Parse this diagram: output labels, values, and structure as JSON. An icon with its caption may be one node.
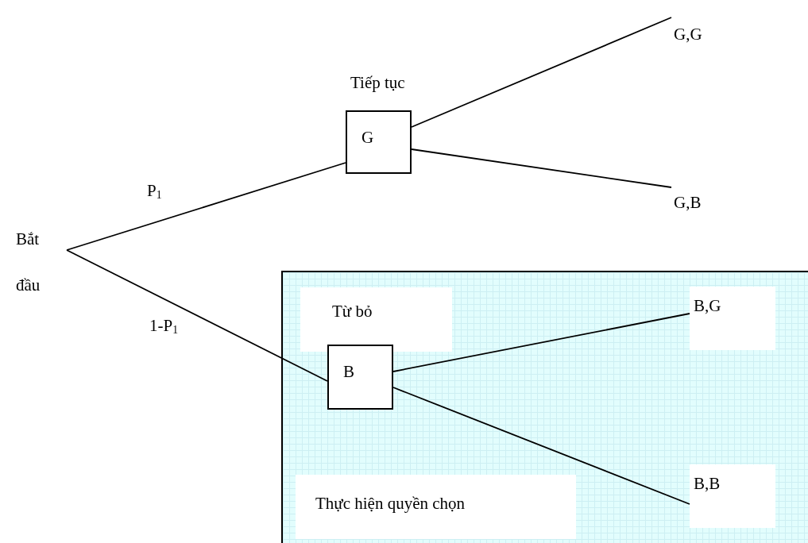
{
  "diagram": {
    "nodes": [
      {
        "text": [
          "Bắt đầu"
        ]
      },
      {
        "text": [
          "G"
        ],
        "beside": [
          "Tiếp tục"
        ]
      },
      {
        "text": [
          "G,G"
        ]
      },
      {
        "text": [
          "G,B"
        ]
      },
      {
        "text": [],
        "shape": "box"
      },
      {
        "text": [
          "Từ bỏ"
        ],
        "in": 4
      },
      {
        "text": [
          "B"
        ],
        "in": 4
      },
      {
        "text": [
          "B,G"
        ],
        "in": 4
      },
      {
        "text": [
          "B,B"
        ],
        "in": 4
      },
      {
        "text": [
          "Thực hiện quyền chọn"
        ],
        "in": 4
      }
    ],
    "edges": [
      {
        "from": 0,
        "to": 1,
        "arrow": "none",
        "label": "P$_{1}$"
      },
      {
        "from": 0,
        "to": 6,
        "arrow": "none",
        "label": "1-P$_{1}$"
      },
      {
        "from": 1,
        "to": 2,
        "arrow": "none"
      },
      {
        "from": 1,
        "to": 3,
        "arrow": "none"
      },
      {
        "from": 6,
        "to": 7,
        "arrow": "none"
      },
      {
        "from": 6,
        "to": 8,
        "arrow": "none"
      }
    ]
  }
}
